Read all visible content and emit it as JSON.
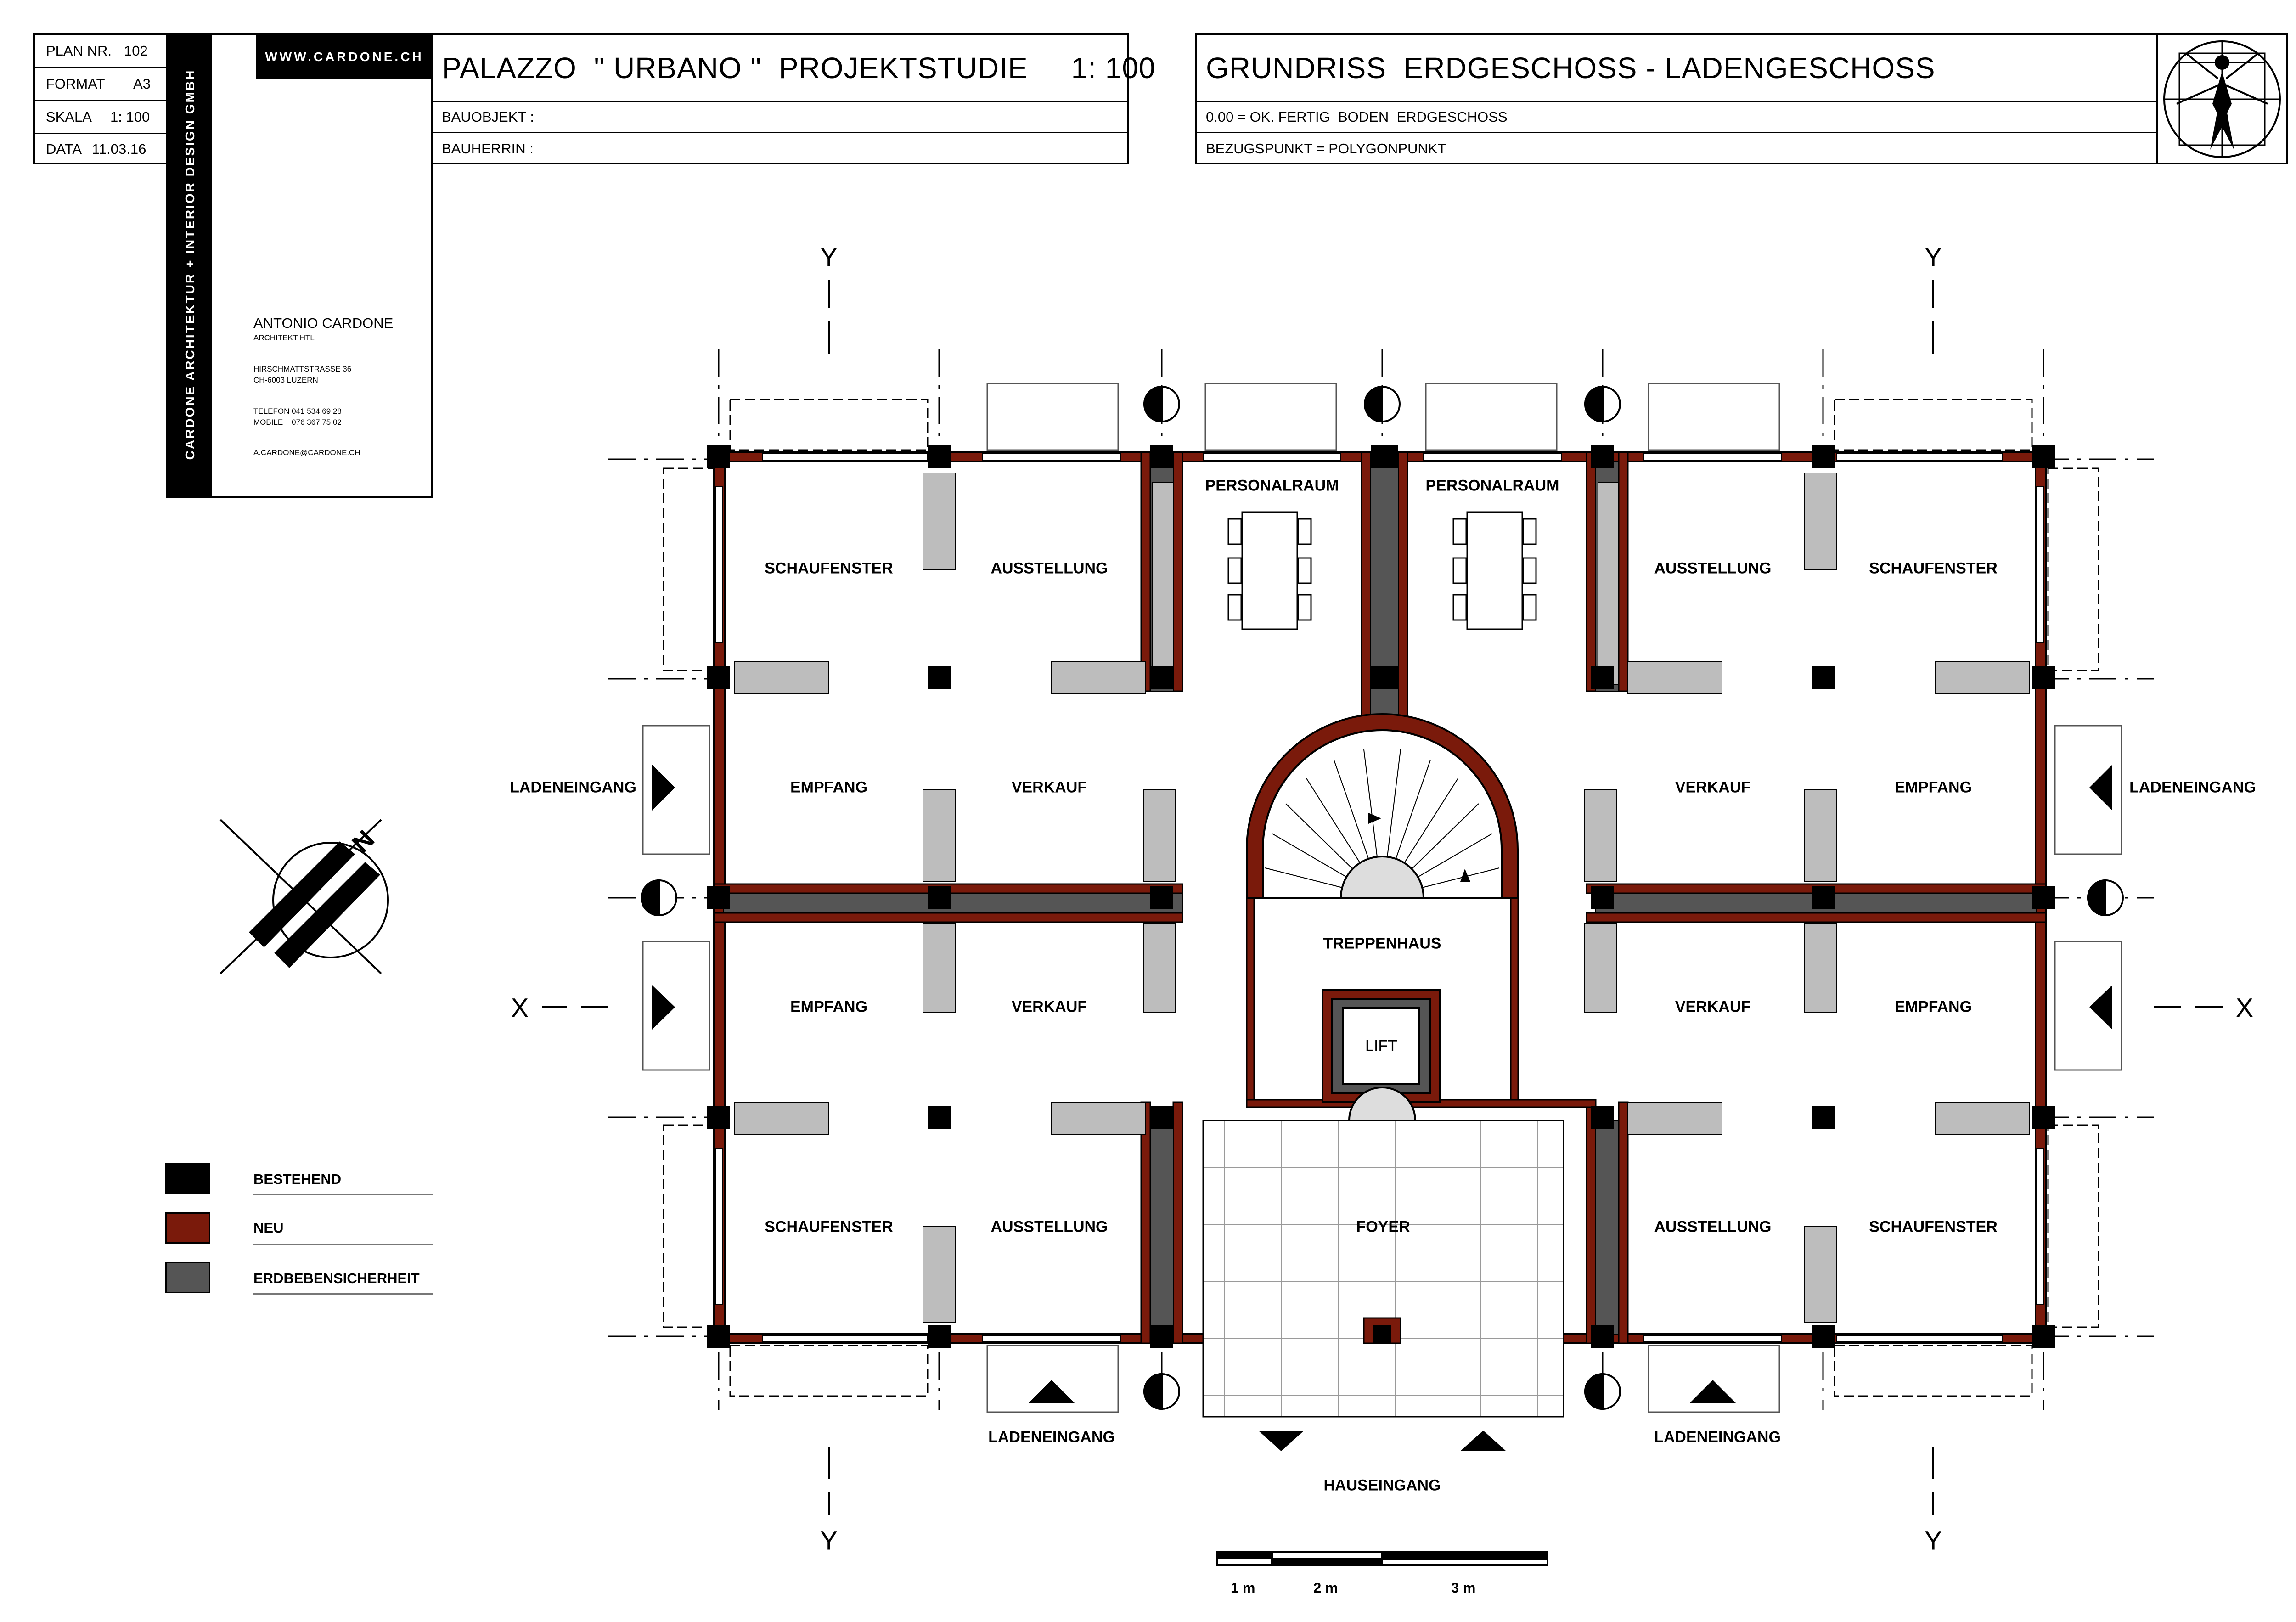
{
  "info_block": {
    "plan_nr_label": "PLAN NR.",
    "plan_nr": "102",
    "format_label": "FORMAT",
    "format": "A3",
    "skala_label": "SKALA",
    "skala": "1: 100",
    "data_label": "DATA",
    "data": "11.03.16"
  },
  "office": {
    "vertical_text": "CARDONE ARCHITEKTUR  +  INTERIOR DESIGN GMBH",
    "website": "WWW.CARDONE.CH",
    "name": "ANTONIO  CARDONE",
    "title": "ARCHITEKT HTL",
    "street": "HIRSCHMATTSTRASSE 36",
    "city": "CH-6003 LUZERN",
    "phone": "TELEFON 041 534 69 28",
    "mobile": "MOBILE    076 367 75 02",
    "email": "A.CARDONE@CARDONE.CH"
  },
  "project": {
    "title": "PALAZZO  \" URBANO \"  PROJEKTSTUDIE     1: 100",
    "bauobjekt_label": "BAUOBJEKT :",
    "bauherrin_label": "BAUHERRIN :"
  },
  "drawing": {
    "title": "GRUNDRISS  ERDGESCHOSS - LADENGESCHOSS",
    "level_note": "0.00 = OK. FERTIG  BODEN  ERDGESCHOSS",
    "reference_note": "BEZUGSPUNKT = POLYGONPUNKT"
  },
  "axes": {
    "y": "Y",
    "x": "X"
  },
  "rooms": {
    "schaufenster": "SCHAUFENSTER",
    "ausstellung": "AUSSTELLUNG",
    "personalraum": "PERSONALRAUM",
    "empfang": "EMPFANG",
    "verkauf": "VERKAUF",
    "treppenhaus": "TREPPENHAUS",
    "lift": "LIFT",
    "foyer": "FOYER",
    "ladeneingang": "LADENEINGANG",
    "hauseingang": "HAUSEINGANG"
  },
  "legend": [
    {
      "label": "BESTEHEND",
      "color": "#000000"
    },
    {
      "label": "NEU",
      "color": "#7a1a0b"
    },
    {
      "label": "ERDBEBENSICHERHEIT",
      "color": "#555555"
    }
  ],
  "scale_bar": {
    "labels": [
      "1 m",
      "2 m",
      "3 m"
    ]
  },
  "colors": {
    "existing": "#000000",
    "new": "#7a1a0b",
    "seismic": "#555555",
    "furniture": "#bdbdbd"
  },
  "north_label": "N"
}
